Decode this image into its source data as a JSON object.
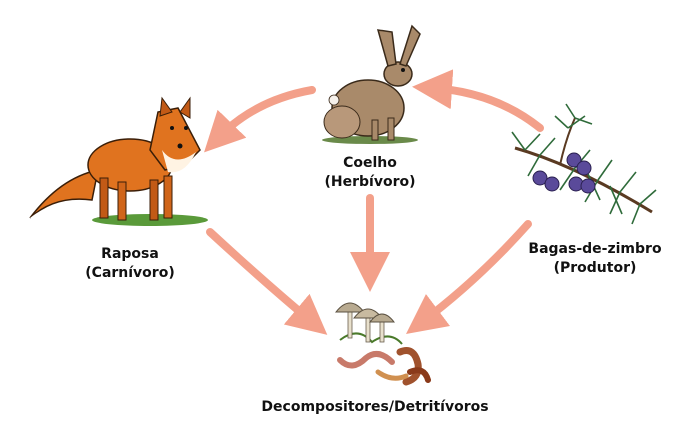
{
  "colors": {
    "arrow": "#f3a08a",
    "text": "#111111",
    "fox": "#e0731f",
    "rabbit": "#a98a6a",
    "berry": "#5a4a9a",
    "needle": "#2f6b3a",
    "grass": "#5a9a3a"
  },
  "nodes": {
    "fox": {
      "name": "Raposa",
      "role": "(Carnívoro)",
      "icon": "fox-icon"
    },
    "rabbit": {
      "name": "Coelho",
      "role": "(Herbívoro)",
      "icon": "rabbit-icon"
    },
    "juniper": {
      "name": "Bagas-de-zimbro",
      "role": "(Produtor)",
      "icon": "juniper-berries-icon"
    },
    "decomposers": {
      "name": "Decompositores/Detritívoros",
      "icon": "mushrooms-worms-icon"
    }
  },
  "arrows": [
    {
      "from": "juniper",
      "to": "rabbit"
    },
    {
      "from": "rabbit",
      "to": "fox"
    },
    {
      "from": "fox",
      "to": "decomposers"
    },
    {
      "from": "rabbit",
      "to": "decomposers"
    },
    {
      "from": "juniper",
      "to": "decomposers"
    }
  ]
}
